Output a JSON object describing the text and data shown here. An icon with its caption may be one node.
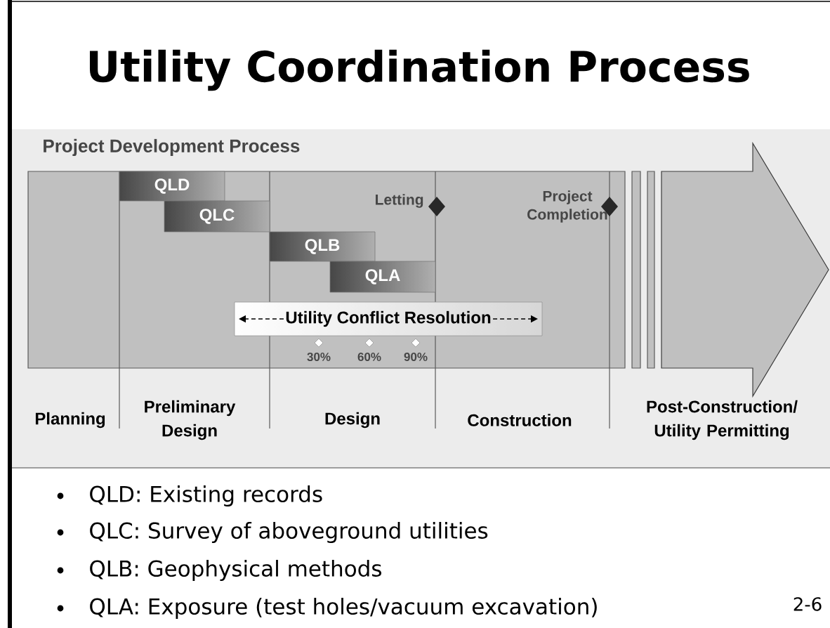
{
  "diagram": {
    "title": "Utility Coordination Process",
    "nodes": [
      {
        "text": [
          "QLD"
        ]
      },
      {
        "text": [
          "QLC"
        ]
      },
      {
        "text": [
          "QLB"
        ]
      },
      {
        "text": [
          "QLA"
        ]
      },
      {
        "text": [
          "Utility Conflict Resolution"
        ]
      }
    ],
    "edges": [],
    "labels": [
      "Project Development Process",
      "Letting",
      "Project Completion",
      "30%",
      "60%",
      "90%",
      "Planning",
      "Preliminary Design",
      "Design",
      "Construction",
      "Post-Construction/ Utility Permitting",
      "QLD: Existing records",
      "QLC: Survey of aboveground utilities",
      "QLB: Geophysical methods",
      "QLA: Exposure (test holes/vacuum excavation)",
      "2-6"
    ]
  }
}
